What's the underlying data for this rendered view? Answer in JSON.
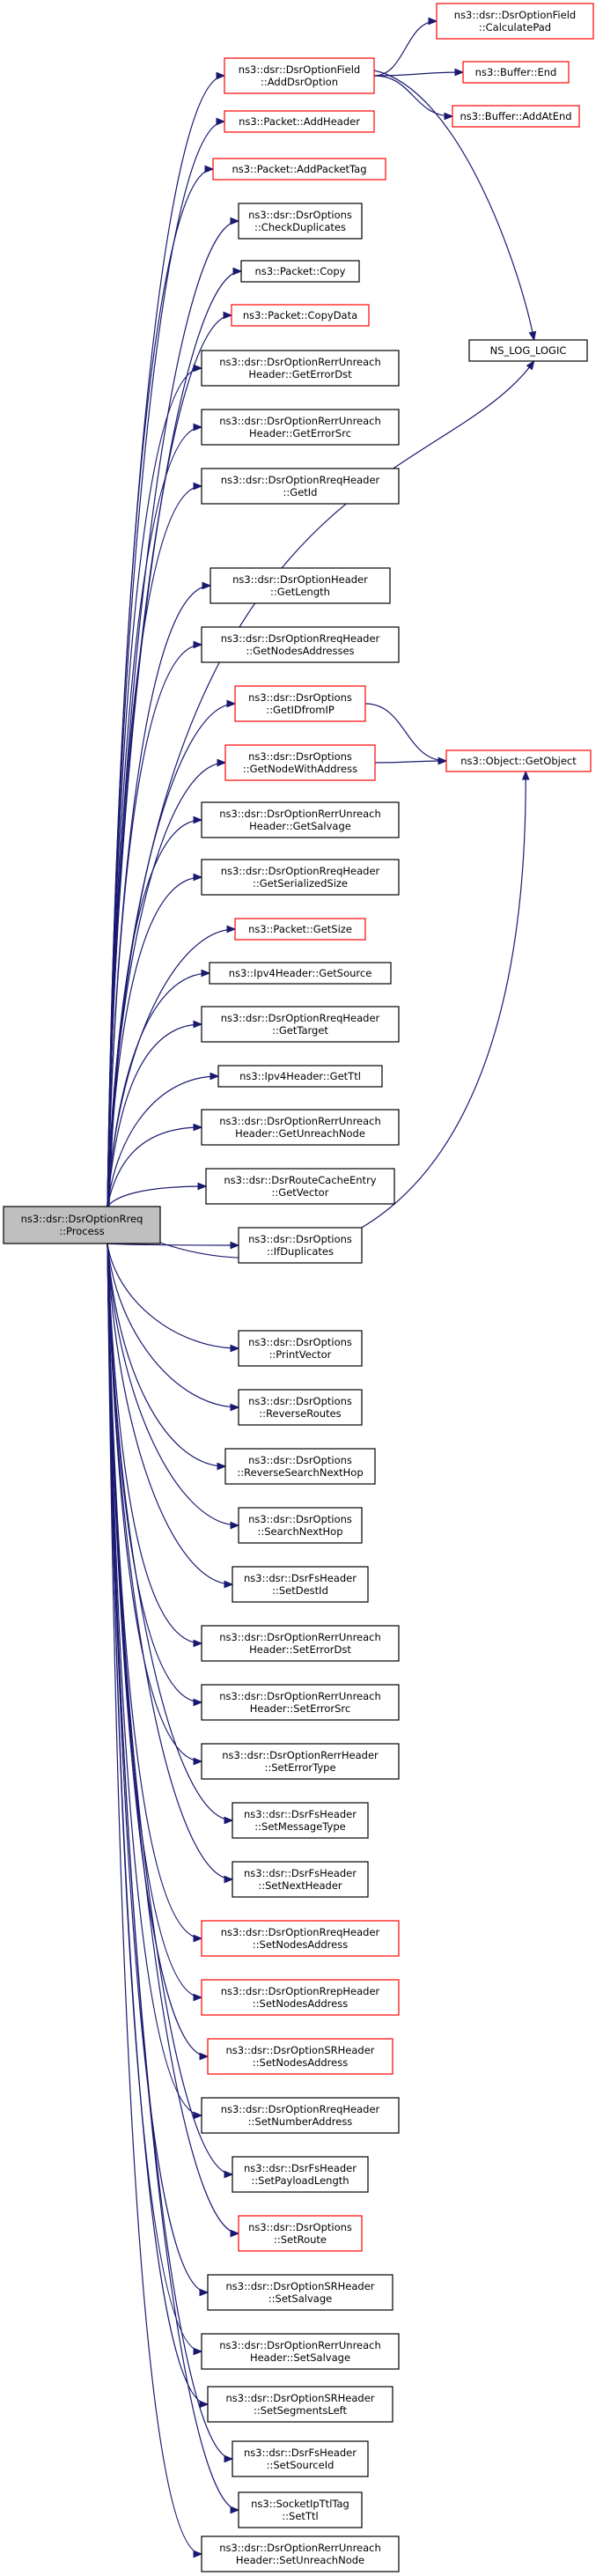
{
  "colors": {
    "edge": "#191970",
    "border_normal": "#000000",
    "border_linked": "#ff0000",
    "root_fill": "#bfbfbf",
    "node_fill": "#ffffff"
  },
  "nodes": [
    {
      "id": "root",
      "lines": [
        "ns3::dsr::DsrOptionRreq",
        "::Process"
      ],
      "style": "root"
    },
    {
      "id": "adddsr",
      "lines": [
        "ns3::dsr::DsrOptionField",
        "::AddDsrOption"
      ],
      "style": "linked"
    },
    {
      "id": "calcpad",
      "lines": [
        "ns3::dsr::DsrOptionField",
        "::CalculatePad"
      ],
      "style": "linked"
    },
    {
      "id": "bufend",
      "lines": [
        "ns3::Buffer::End"
      ],
      "style": "linked"
    },
    {
      "id": "bufaddatend",
      "lines": [
        "ns3::Buffer::AddAtEnd"
      ],
      "style": "linked"
    },
    {
      "id": "addheader",
      "lines": [
        "ns3::Packet::AddHeader"
      ],
      "style": "linked"
    },
    {
      "id": "addpackettag",
      "lines": [
        "ns3::Packet::AddPacketTag"
      ],
      "style": "linked"
    },
    {
      "id": "checkdup",
      "lines": [
        "ns3::dsr::DsrOptions",
        "::CheckDuplicates"
      ],
      "style": "normal"
    },
    {
      "id": "copy",
      "lines": [
        "ns3::Packet::Copy"
      ],
      "style": "normal"
    },
    {
      "id": "copydata",
      "lines": [
        "ns3::Packet::CopyData"
      ],
      "style": "linked"
    },
    {
      "id": "geterrordst",
      "lines": [
        "ns3::dsr::DsrOptionRerrUnreach",
        "Header::GetErrorDst"
      ],
      "style": "normal"
    },
    {
      "id": "nsloglogic",
      "lines": [
        "NS_LOG_LOGIC"
      ],
      "style": "normal"
    },
    {
      "id": "geterrorsrc",
      "lines": [
        "ns3::dsr::DsrOptionRerrUnreach",
        "Header::GetErrorSrc"
      ],
      "style": "normal"
    },
    {
      "id": "getid",
      "lines": [
        "ns3::dsr::DsrOptionRreqHeader",
        "::GetId"
      ],
      "style": "normal"
    },
    {
      "id": "getlength",
      "lines": [
        "ns3::dsr::DsrOptionHeader",
        "::GetLength"
      ],
      "style": "normal"
    },
    {
      "id": "getnodesaddresses",
      "lines": [
        "ns3::dsr::DsrOptionRreqHeader",
        "::GetNodesAddresses"
      ],
      "style": "normal"
    },
    {
      "id": "getidfromip",
      "lines": [
        "ns3::dsr::DsrOptions",
        "::GetIDfromIP"
      ],
      "style": "linked"
    },
    {
      "id": "getnodewithaddr",
      "lines": [
        "ns3::dsr::DsrOptions",
        "::GetNodeWithAddress"
      ],
      "style": "linked"
    },
    {
      "id": "getobject",
      "lines": [
        "ns3::Object::GetObject"
      ],
      "style": "linked"
    },
    {
      "id": "getsalvage",
      "lines": [
        "ns3::dsr::DsrOptionRerrUnreach",
        "Header::GetSalvage"
      ],
      "style": "normal"
    },
    {
      "id": "getserializedsize",
      "lines": [
        "ns3::dsr::DsrOptionRreqHeader",
        "::GetSerializedSize"
      ],
      "style": "normal"
    },
    {
      "id": "getsize",
      "lines": [
        "ns3::Packet::GetSize"
      ],
      "style": "linked"
    },
    {
      "id": "getsource",
      "lines": [
        "ns3::Ipv4Header::GetSource"
      ],
      "style": "normal"
    },
    {
      "id": "gettarget",
      "lines": [
        "ns3::dsr::DsrOptionRreqHeader",
        "::GetTarget"
      ],
      "style": "normal"
    },
    {
      "id": "getttl",
      "lines": [
        "ns3::Ipv4Header::GetTtl"
      ],
      "style": "normal"
    },
    {
      "id": "getunreachnode",
      "lines": [
        "ns3::dsr::DsrOptionRerrUnreach",
        "Header::GetUnreachNode"
      ],
      "style": "normal"
    },
    {
      "id": "getvector",
      "lines": [
        "ns3::dsr::DsrRouteCacheEntry",
        "::GetVector"
      ],
      "style": "normal"
    },
    {
      "id": "ifduplicates",
      "lines": [
        "ns3::dsr::DsrOptions",
        "::IfDuplicates"
      ],
      "style": "normal"
    },
    {
      "id": "printvector",
      "lines": [
        "ns3::dsr::DsrOptions",
        "::PrintVector"
      ],
      "style": "normal"
    },
    {
      "id": "reverseroutes",
      "lines": [
        "ns3::dsr::DsrOptions",
        "::ReverseRoutes"
      ],
      "style": "normal"
    },
    {
      "id": "reversesearchnexthop",
      "lines": [
        "ns3::dsr::DsrOptions",
        "::ReverseSearchNextHop"
      ],
      "style": "normal"
    },
    {
      "id": "searchnexthop",
      "lines": [
        "ns3::dsr::DsrOptions",
        "::SearchNextHop"
      ],
      "style": "normal"
    },
    {
      "id": "setdestid",
      "lines": [
        "ns3::dsr::DsrFsHeader",
        "::SetDestId"
      ],
      "style": "normal"
    },
    {
      "id": "seterrordst",
      "lines": [
        "ns3::dsr::DsrOptionRerrUnreach",
        "Header::SetErrorDst"
      ],
      "style": "normal"
    },
    {
      "id": "seterrorsrc",
      "lines": [
        "ns3::dsr::DsrOptionRerrUnreach",
        "Header::SetErrorSrc"
      ],
      "style": "normal"
    },
    {
      "id": "seterrortype",
      "lines": [
        "ns3::dsr::DsrOptionRerrHeader",
        "::SetErrorType"
      ],
      "style": "normal"
    },
    {
      "id": "setmessagetype",
      "lines": [
        "ns3::dsr::DsrFsHeader",
        "::SetMessageType"
      ],
      "style": "normal"
    },
    {
      "id": "setnextheader",
      "lines": [
        "ns3::dsr::DsrFsHeader",
        "::SetNextHeader"
      ],
      "style": "normal"
    },
    {
      "id": "setnodesaddress_rreq",
      "lines": [
        "ns3::dsr::DsrOptionRreqHeader",
        "::SetNodesAddress"
      ],
      "style": "linked"
    },
    {
      "id": "setnodesaddress_rrep",
      "lines": [
        "ns3::dsr::DsrOptionRrepHeader",
        "::SetNodesAddress"
      ],
      "style": "linked"
    },
    {
      "id": "setnodesaddress_sr",
      "lines": [
        "ns3::dsr::DsrOptionSRHeader",
        "::SetNodesAddress"
      ],
      "style": "linked"
    },
    {
      "id": "setnumberaddress",
      "lines": [
        "ns3::dsr::DsrOptionRreqHeader",
        "::SetNumberAddress"
      ],
      "style": "normal"
    },
    {
      "id": "setpayloadlength",
      "lines": [
        "ns3::dsr::DsrFsHeader",
        "::SetPayloadLength"
      ],
      "style": "normal"
    },
    {
      "id": "setroute",
      "lines": [
        "ns3::dsr::DsrOptions",
        "::SetRoute"
      ],
      "style": "linked"
    },
    {
      "id": "setsalvage_sr",
      "lines": [
        "ns3::dsr::DsrOptionSRHeader",
        "::SetSalvage"
      ],
      "style": "normal"
    },
    {
      "id": "setsalvage_rerr",
      "lines": [
        "ns3::dsr::DsrOptionRerrUnreach",
        "Header::SetSalvage"
      ],
      "style": "normal"
    },
    {
      "id": "setsegmentsleft",
      "lines": [
        "ns3::dsr::DsrOptionSRHeader",
        "::SetSegmentsLeft"
      ],
      "style": "normal"
    },
    {
      "id": "setsourceid",
      "lines": [
        "ns3::dsr::DsrFsHeader",
        "::SetSourceId"
      ],
      "style": "normal"
    },
    {
      "id": "setttl",
      "lines": [
        "ns3::SocketIpTtlTag",
        "::SetTtl"
      ],
      "style": "normal"
    },
    {
      "id": "setunreachnode",
      "lines": [
        "ns3::dsr::DsrOptionRerrUnreach",
        "Header::SetUnreachNode"
      ],
      "style": "normal"
    }
  ]
}
